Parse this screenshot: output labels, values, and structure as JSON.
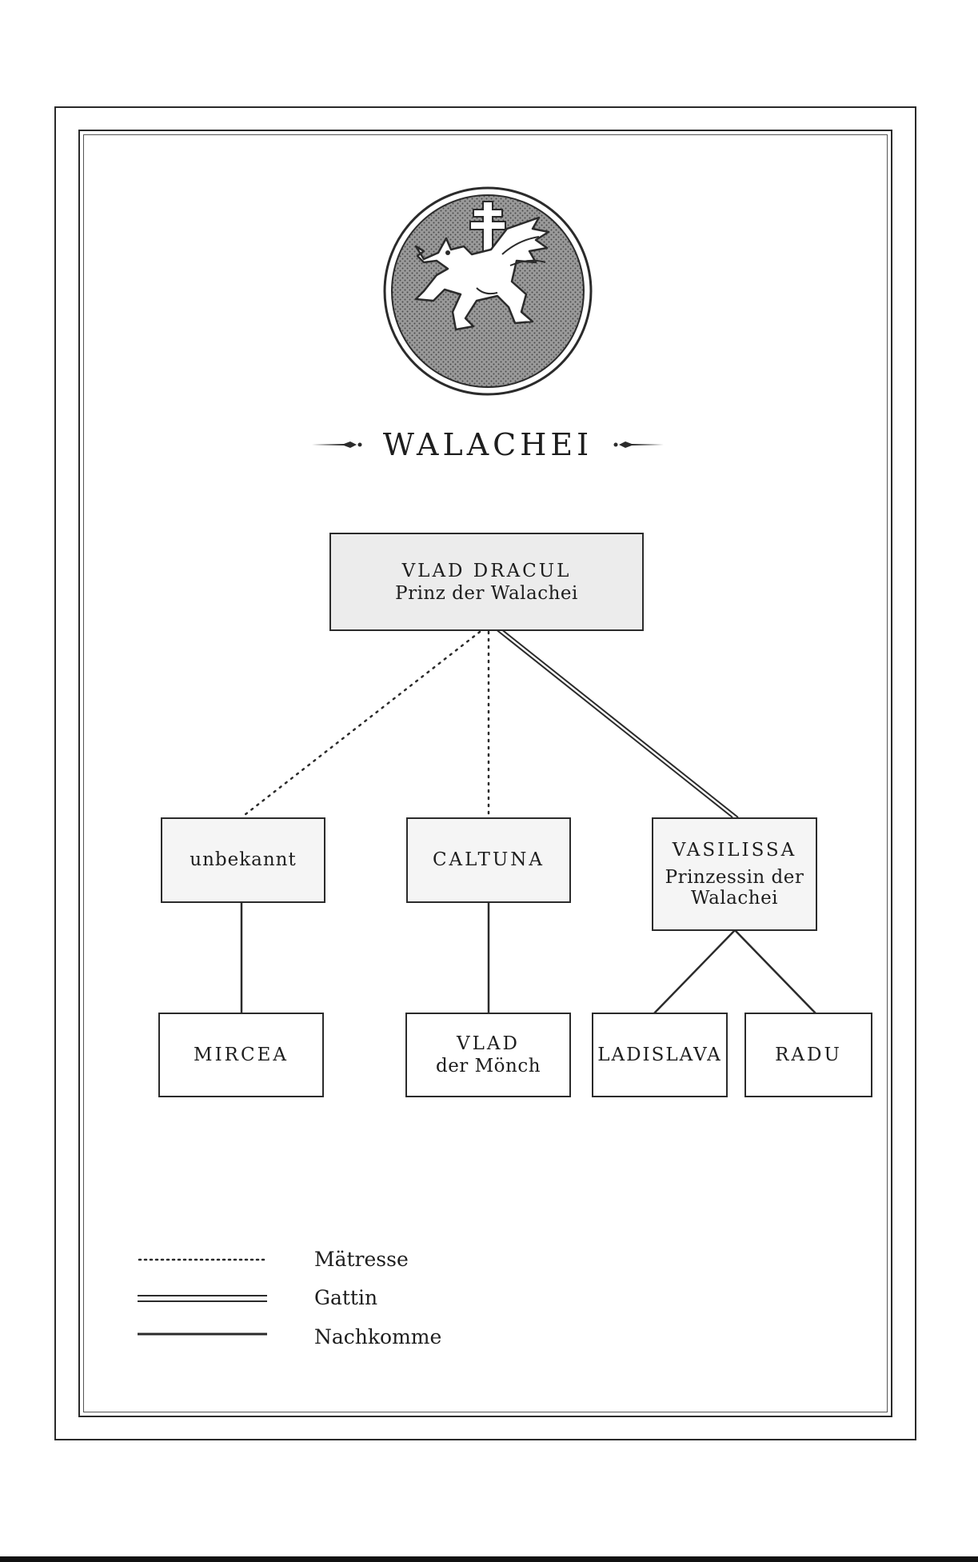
{
  "title": "WALACHEI",
  "nodes": {
    "vlad_dracul": {
      "name": "VLAD DRACUL",
      "subtitle": "Prinz der Walachei"
    },
    "unbekannt": {
      "name": "unbekannt"
    },
    "caltuna": {
      "name": "CALTUNA"
    },
    "vasilissa": {
      "name": "VASILISSA",
      "subtitle_line1": "Prinzessin der",
      "subtitle_line2": "Walachei"
    },
    "mircea": {
      "name": "MIRCEA"
    },
    "vlad_moench": {
      "name": "VLAD",
      "subtitle": "der Mönch"
    },
    "ladislava": {
      "name": "LADISLAVA"
    },
    "radu": {
      "name": "RADU"
    }
  },
  "relations": [
    {
      "from": "vlad_dracul",
      "to": "unbekannt",
      "type": "mistress"
    },
    {
      "from": "vlad_dracul",
      "to": "caltuna",
      "type": "mistress"
    },
    {
      "from": "vlad_dracul",
      "to": "vasilissa",
      "type": "spouse"
    },
    {
      "from": "unbekannt",
      "to": "mircea",
      "type": "descendant"
    },
    {
      "from": "caltuna",
      "to": "vlad_moench",
      "type": "descendant"
    },
    {
      "from": "vasilissa",
      "to": "ladislava",
      "type": "descendant"
    },
    {
      "from": "vasilissa",
      "to": "radu",
      "type": "descendant"
    }
  ],
  "legend": [
    {
      "type": "mistress",
      "label": "Mätresse"
    },
    {
      "type": "spouse",
      "label": "Gattin"
    },
    {
      "type": "descendant",
      "label": "Nachkomme"
    }
  ],
  "colors": {
    "line": "#2b2b2b",
    "shaded_box": "#ececec",
    "light_box": "#f5f5f5"
  },
  "emblem": "dragon-seal-icon"
}
